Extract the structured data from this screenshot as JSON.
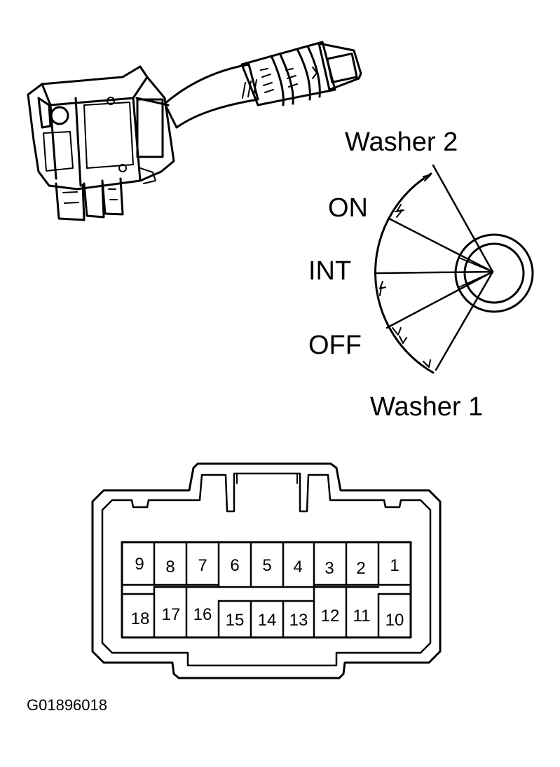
{
  "switch_diagram": {
    "positions": {
      "washer2": "Washer 2",
      "on": "ON",
      "int": "INT",
      "off": "OFF",
      "washer1": "Washer 1"
    }
  },
  "connector": {
    "top_row": [
      "9",
      "8",
      "7",
      "6",
      "5",
      "4",
      "3",
      "2",
      "1"
    ],
    "bottom_row": [
      "18",
      "17",
      "16",
      "15",
      "14",
      "13",
      "12",
      "11",
      "10"
    ]
  },
  "figure_id": "G01896018",
  "colors": {
    "ink": "#000000",
    "paper": "#ffffff"
  }
}
